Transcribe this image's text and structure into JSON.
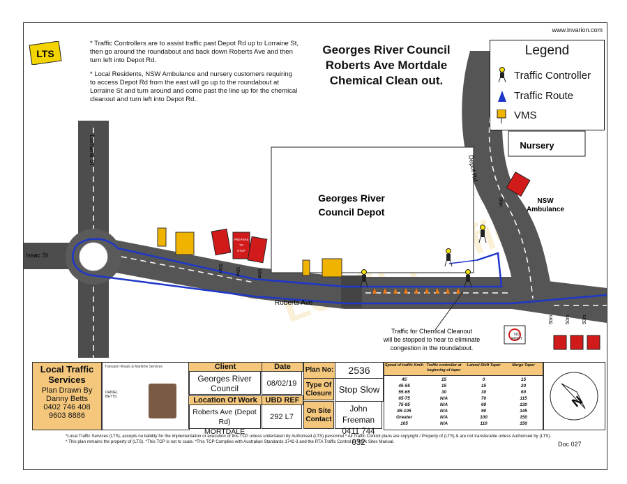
{
  "website": "www.invarion.com",
  "logo_text": "LTS",
  "notes": [
    "* Traffic Controllers are to assist traffic past Depot Rd up to Lorraine St, then go around the roundabout and back down Roberts Ave and then turn left into Depot Rd.",
    "* Local Residents, NSW Ambulance and nursery customers requiring to access Depot Rd from the east will go up to the roundabout at Lorraine St and turn around and come past the line up for the chemical cleanout and turn left into Depot Rd.."
  ],
  "title": [
    "Georges River Council",
    "Roberts Ave Mortdale",
    "Chemical Clean out."
  ],
  "legend": {
    "heading": "Legend",
    "items": [
      "Traffic Controller",
      "Traffic Route",
      "VMS"
    ]
  },
  "map_labels": {
    "lorraine": "Lorraine St",
    "issac": "Issac St",
    "roberts": "Roberts Ave",
    "depot_rd": "Depot Rd",
    "depot": [
      "Georges River",
      "Council Depot"
    ],
    "nursery": "Nursery",
    "ambulance": [
      "NSW",
      "Ambulance"
    ],
    "note": [
      "Traffic for Chemical Cleanout",
      "will be stopped to hear to eliminate",
      "congestion in the roundabout."
    ],
    "sign_prepare": [
      "PREPARE",
      "TO",
      "STOP"
    ],
    "no_right": [
      "NO",
      "RIGHT",
      "TURN"
    ],
    "dist": "50m"
  },
  "title_block": {
    "company": [
      "Local Traffic",
      "Services"
    ],
    "plan_drawn_by_label": "Plan Drawn By",
    "drawer": "Danny Betts",
    "phones": [
      "0402 746 408",
      "9603 8886"
    ],
    "card_org": "Transport Roads & Maritime Services",
    "card_name": [
      "DANIEL",
      "BETTS"
    ],
    "client_label": "Client",
    "client": [
      "Georges River",
      "Council"
    ],
    "date_label": "Date",
    "date": "08/02/19",
    "location_label": "Location Of Work",
    "location": [
      "Roberts Ave (Depot Rd)",
      "MORTDALE"
    ],
    "ubd_label": "UBD REF",
    "ubd": "292 L7",
    "plan_no_label": "Plan No:",
    "plan_no": "2536",
    "closure_label": [
      "Type Of",
      "Closure"
    ],
    "closure": "Stop Slow",
    "contact_label": [
      "On Site",
      "Contact"
    ],
    "contact": [
      "John Freeman",
      "0411 744 032"
    ],
    "speed_table": {
      "headers": [
        "Speed of traffic Km/h",
        "Traffic controller at beginning of taper",
        "Lateral Shift Taper",
        "Merge Taper"
      ],
      "rows": [
        [
          "45",
          "15",
          "0",
          "15"
        ],
        [
          "45-55",
          "15",
          "15",
          "20"
        ],
        [
          "55-65",
          "30",
          "30",
          "60"
        ],
        [
          "65-75",
          "N/A",
          "70",
          "115"
        ],
        [
          "75-85",
          "N/A",
          "60",
          "130"
        ],
        [
          "85-105",
          "N/A",
          "90",
          "145"
        ],
        [
          "Greater",
          "N/A",
          "100",
          "150"
        ],
        [
          "105",
          "N/A",
          "110",
          "150"
        ]
      ]
    },
    "north": "N"
  },
  "footer": [
    "*Local Traffic Services (LTS), accepts no liability for the implementation or execution of this TCP unless undertaken by Authorised (LTS) personnel * All Traffic Control plans are copyright / Property of (LTS) & are not transferable unless Authorised by (LTS).",
    "* This plan remains the property of (LTS). *This TCP is not to scale. *This TCP Complies with Australian Standards 1742-3 and the RTA Traffic Control at Work Sites Manual."
  ],
  "doc": "Doc 027",
  "colors": {
    "road": "#5a5a5a",
    "route": "#1e37c8",
    "tb_header": "#f4c77d",
    "sign_red": "#d11a1a",
    "vms": "#f0b400"
  }
}
